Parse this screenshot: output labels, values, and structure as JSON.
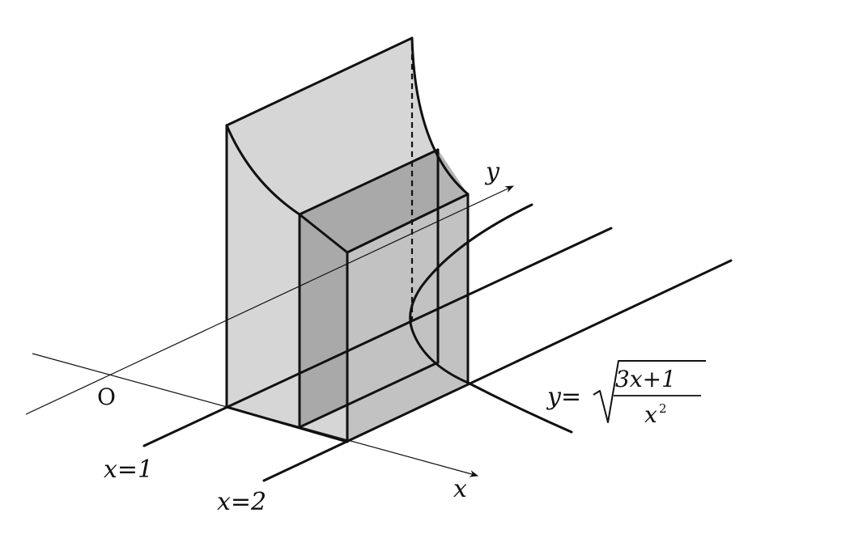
{
  "labels": {
    "origin": "O",
    "x_axis": "x",
    "y_axis": "y",
    "line_x1": "x=1",
    "line_x2": "x=2",
    "curve_lhs": "y=",
    "curve_numerator": "3x+1",
    "curve_denominator": "x",
    "curve_denominator_exponent": "2"
  },
  "colors": {
    "solid_face": "#d6d6d6",
    "cross_section": "#acacac",
    "ink": "#111111"
  }
}
